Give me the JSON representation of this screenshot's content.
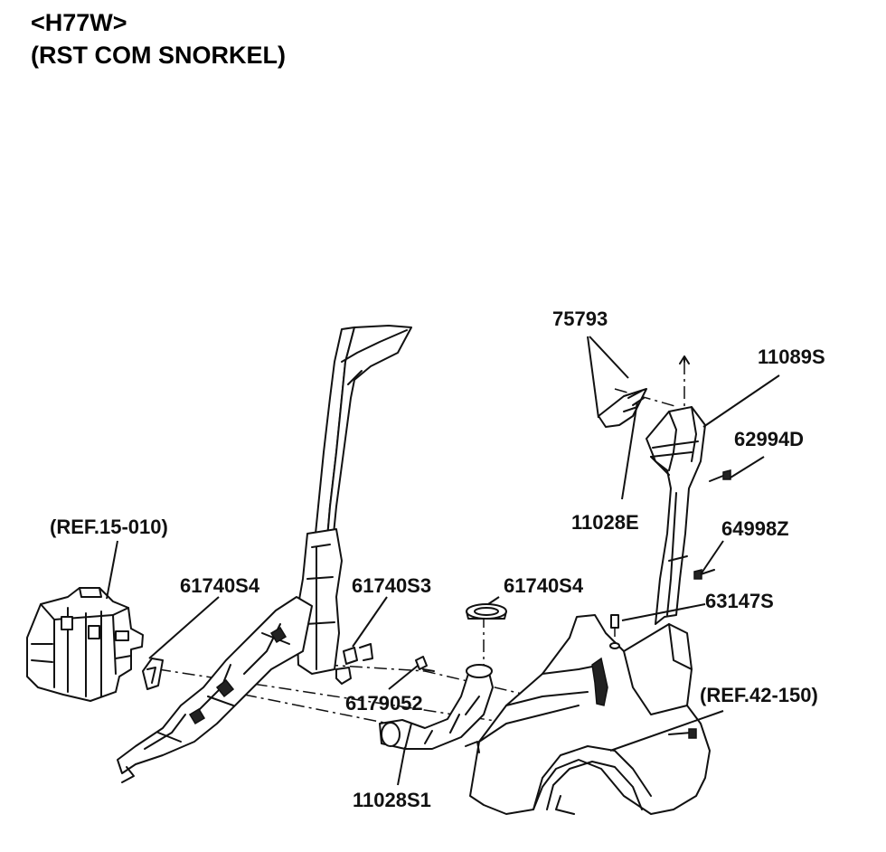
{
  "header": {
    "line1": "<H77W>",
    "line2": "(RST COM  SNORKEL)"
  },
  "callouts": [
    {
      "id": "75793",
      "text": "75793"
    },
    {
      "id": "11089S",
      "text": "11089S"
    },
    {
      "id": "62994D",
      "text": "62994D"
    },
    {
      "id": "11028E",
      "text": "11028E"
    },
    {
      "id": "64998Z",
      "text": "64998Z"
    },
    {
      "id": "ref15",
      "text": "(REF.15-010)"
    },
    {
      "id": "61740S4a",
      "text": "61740S4"
    },
    {
      "id": "61740S3",
      "text": "61740S3"
    },
    {
      "id": "61740S4b",
      "text": "61740S4"
    },
    {
      "id": "63147S",
      "text": "63147S"
    },
    {
      "id": "6179052",
      "text": "6179052"
    },
    {
      "id": "ref42",
      "text": "(REF.42-150)"
    },
    {
      "id": "11028S1",
      "text": "11028S1"
    }
  ]
}
